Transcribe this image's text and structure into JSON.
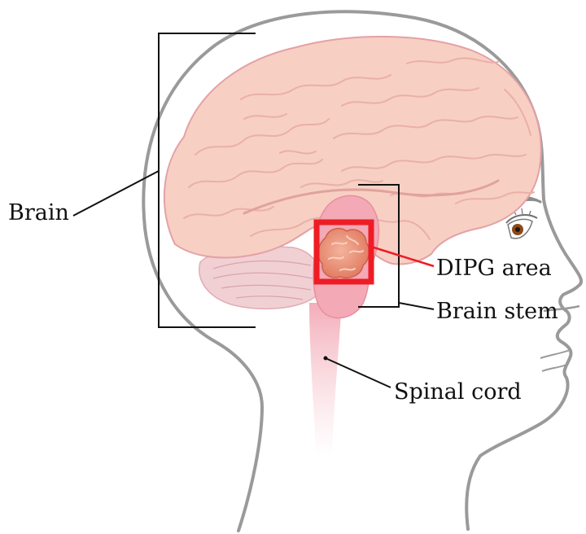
{
  "labels": {
    "brain": "Brain",
    "dipg_area": "DIPG area",
    "brain_stem": "Brain stem",
    "spinal_cord": "Spinal cord"
  },
  "colors": {
    "head_outline": "#9a9a9a",
    "brain_fill": "#f8cfc3",
    "brain_edge": "#e3a1a6",
    "cerebellum": "#f1d0d4",
    "brainstem": "#f3a9b6",
    "tumor": "#e9896f",
    "highlight_box": "#ee1c24",
    "leader_line": "#111111"
  }
}
